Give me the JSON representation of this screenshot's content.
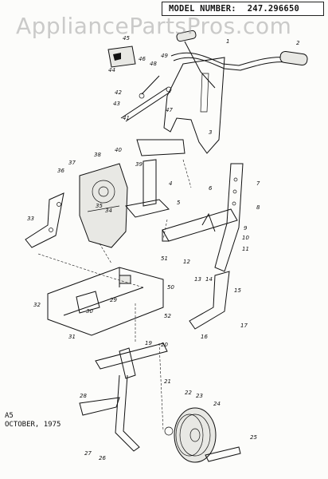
{
  "header": {
    "model_label": "MODEL NUMBER:",
    "model_value": "247.296650"
  },
  "watermark": "AppliancePartsPros.com",
  "footer": {
    "line1": "A5",
    "line2": "OCTOBER, 1975"
  },
  "callouts": [
    "1",
    "2",
    "3",
    "4",
    "5",
    "6",
    "7",
    "8",
    "9",
    "10",
    "11",
    "12",
    "13",
    "14",
    "15",
    "16",
    "17",
    "19",
    "20",
    "21",
    "22",
    "23",
    "24",
    "25",
    "26",
    "27",
    "28",
    "29",
    "30",
    "31",
    "32",
    "33",
    "34",
    "35",
    "36",
    "37",
    "38",
    "39",
    "40",
    "41",
    "42",
    "43",
    "44",
    "45",
    "46",
    "47",
    "48",
    "49",
    "50",
    "51",
    "52"
  ]
}
